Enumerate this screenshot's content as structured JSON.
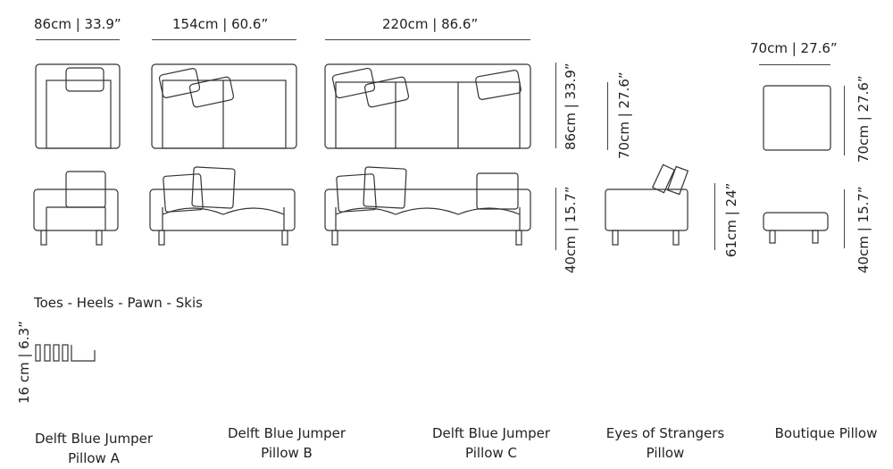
{
  "dimensions": {
    "width_86": "86cm | 33.9”",
    "width_154": "154cm | 60.6”",
    "width_220": "220cm | 86.6”",
    "width_70": "70cm | 27.6”",
    "depth_86": "86cm | 33.9”",
    "depth_70_side": "70cm | 27.6”",
    "depth_70_ottoman": "70cm | 27.6”",
    "height_40": "40cm | 15.7”",
    "height_61": "61cm | 24”",
    "height_40_ottoman": "40cm | 15.7”",
    "leg_height": "16 cm | 6.3”"
  },
  "legs_title": "Toes - Heels - Pawn - Skis",
  "pillows": [
    {
      "line1": "Delft Blue Jumper",
      "line2": "Pillow A"
    },
    {
      "line1": "Delft Blue Jumper",
      "line2": "Pillow B"
    },
    {
      "line1": "Delft Blue Jumper",
      "line2": "Pillow C"
    },
    {
      "line1": "Eyes of Strangers",
      "line2": "Pillow"
    },
    {
      "line1": "Boutique Pillow",
      "line2": ""
    }
  ]
}
